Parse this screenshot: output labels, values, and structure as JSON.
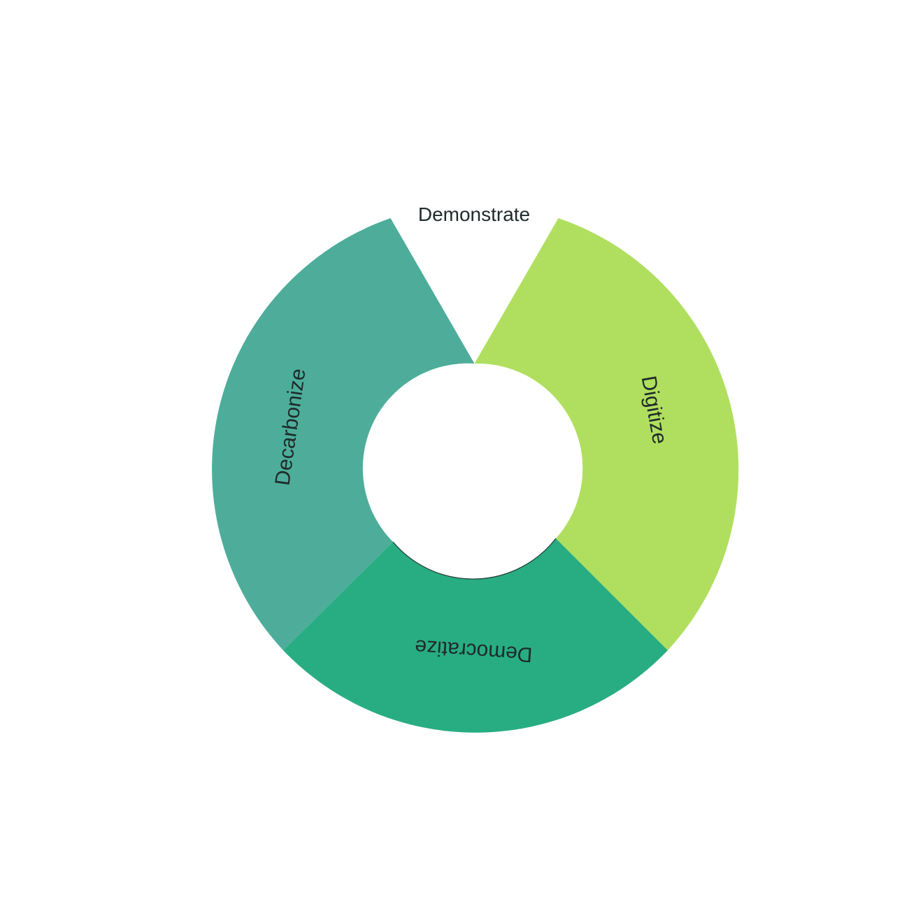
{
  "diagram": {
    "segments": [
      {
        "label": "Decarbonize",
        "color": "#4dad9a"
      },
      {
        "label": "Digitize",
        "color": "#b0df5f"
      },
      {
        "label": "Democratize",
        "color": "#28ad82"
      }
    ],
    "top_label": "Demonstrate"
  }
}
